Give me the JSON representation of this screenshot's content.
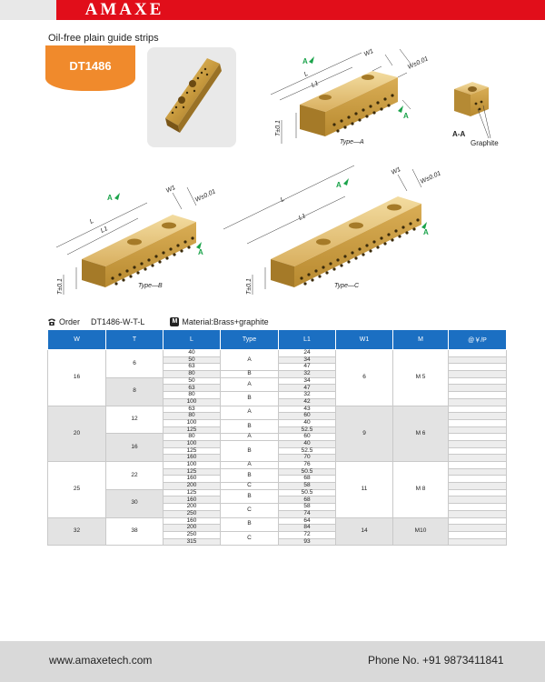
{
  "header": {
    "brand": "AMAXE"
  },
  "product": {
    "subtitle": "Oil-free plain guide strips",
    "code": "DT1486"
  },
  "diagram": {
    "labels": {
      "type_a": "Type—A",
      "type_b": "Type—B",
      "type_c": "Type—C",
      "section": "A-A",
      "graphite": "Graphite",
      "arrow": "A",
      "w_tol": "W±0.01",
      "t_tol": "T±0.1",
      "w1": "W1",
      "l": "L",
      "l1": "L1"
    }
  },
  "order": {
    "order_label": "Order",
    "order_code": "DT1486-W-T-L",
    "material_badge": "M",
    "material_label": "Material:Brass+graphite"
  },
  "table": {
    "headers": [
      "W",
      "T",
      "L",
      "Type",
      "L1",
      "W1",
      "M",
      "@￥/P"
    ],
    "groups": [
      {
        "w": "16",
        "w1": "6",
        "m": "M 5",
        "shade": "white",
        "t_blocks": [
          {
            "t": "6",
            "shade": "white",
            "rows": [
              {
                "l": "40",
                "l1": "24"
              },
              {
                "l": "50",
                "l1": "34"
              },
              {
                "l": "63",
                "l1": "47"
              },
              {
                "l": "80",
                "l1": "32"
              }
            ],
            "types": [
              {
                "type": "A",
                "span": 3
              },
              {
                "type": "B",
                "span": 1
              }
            ]
          },
          {
            "t": "8",
            "shade": "gray",
            "rows": [
              {
                "l": "50",
                "l1": "34"
              },
              {
                "l": "63",
                "l1": "47"
              },
              {
                "l": "80",
                "l1": "32"
              },
              {
                "l": "100",
                "l1": "42"
              }
            ],
            "types": [
              {
                "type": "A",
                "span": 2
              },
              {
                "type": "B",
                "span": 2
              }
            ]
          }
        ]
      },
      {
        "w": "20",
        "w1": "9",
        "m": "M 6",
        "shade": "gray",
        "t_blocks": [
          {
            "t": "12",
            "shade": "white",
            "rows": [
              {
                "l": "63",
                "l1": "43"
              },
              {
                "l": "80",
                "l1": "60"
              },
              {
                "l": "100",
                "l1": "40"
              },
              {
                "l": "125",
                "l1": "52.5"
              }
            ],
            "types": [
              {
                "type": "A",
                "span": 2
              },
              {
                "type": "B",
                "span": 2
              }
            ]
          },
          {
            "t": "16",
            "shade": "gray",
            "rows": [
              {
                "l": "80",
                "l1": "60"
              },
              {
                "l": "100",
                "l1": "40"
              },
              {
                "l": "125",
                "l1": "52.5"
              },
              {
                "l": "160",
                "l1": "70"
              }
            ],
            "types": [
              {
                "type": "A",
                "span": 1
              },
              {
                "type": "B",
                "span": 3
              }
            ]
          }
        ]
      },
      {
        "w": "25",
        "w1": "11",
        "m": "M 8",
        "shade": "white",
        "t_blocks": [
          {
            "t": "22",
            "shade": "white",
            "rows": [
              {
                "l": "100",
                "l1": "76"
              },
              {
                "l": "125",
                "l1": "50.5"
              },
              {
                "l": "160",
                "l1": "68"
              },
              {
                "l": "200",
                "l1": "58"
              }
            ],
            "types": [
              {
                "type": "A",
                "span": 1
              },
              {
                "type": "B",
                "span": 2
              },
              {
                "type": "C",
                "span": 1
              }
            ]
          },
          {
            "t": "30",
            "shade": "gray",
            "rows": [
              {
                "l": "125",
                "l1": "50.5"
              },
              {
                "l": "160",
                "l1": "68"
              },
              {
                "l": "200",
                "l1": "58"
              },
              {
                "l": "250",
                "l1": "74"
              }
            ],
            "types": [
              {
                "type": "B",
                "span": 2
              },
              {
                "type": "C",
                "span": 2
              }
            ]
          }
        ]
      },
      {
        "w": "32",
        "w1": "14",
        "m": "M10",
        "shade": "gray",
        "t_blocks": [
          {
            "t": "38",
            "shade": "white",
            "rows": [
              {
                "l": "160",
                "l1": "64"
              },
              {
                "l": "200",
                "l1": "84"
              },
              {
                "l": "250",
                "l1": "72"
              },
              {
                "l": "315",
                "l1": "93"
              }
            ],
            "types": [
              {
                "type": "B",
                "span": 2
              },
              {
                "type": "C",
                "span": 2
              }
            ]
          }
        ]
      }
    ]
  },
  "footer": {
    "url": "www.amaxetech.com",
    "phone": "Phone No. +91 9873411841"
  },
  "colors": {
    "brand_red": "#e10e1a",
    "tag_orange": "#f08a2c",
    "table_blue": "#1b6fc2",
    "brass": "#c9a24a"
  }
}
